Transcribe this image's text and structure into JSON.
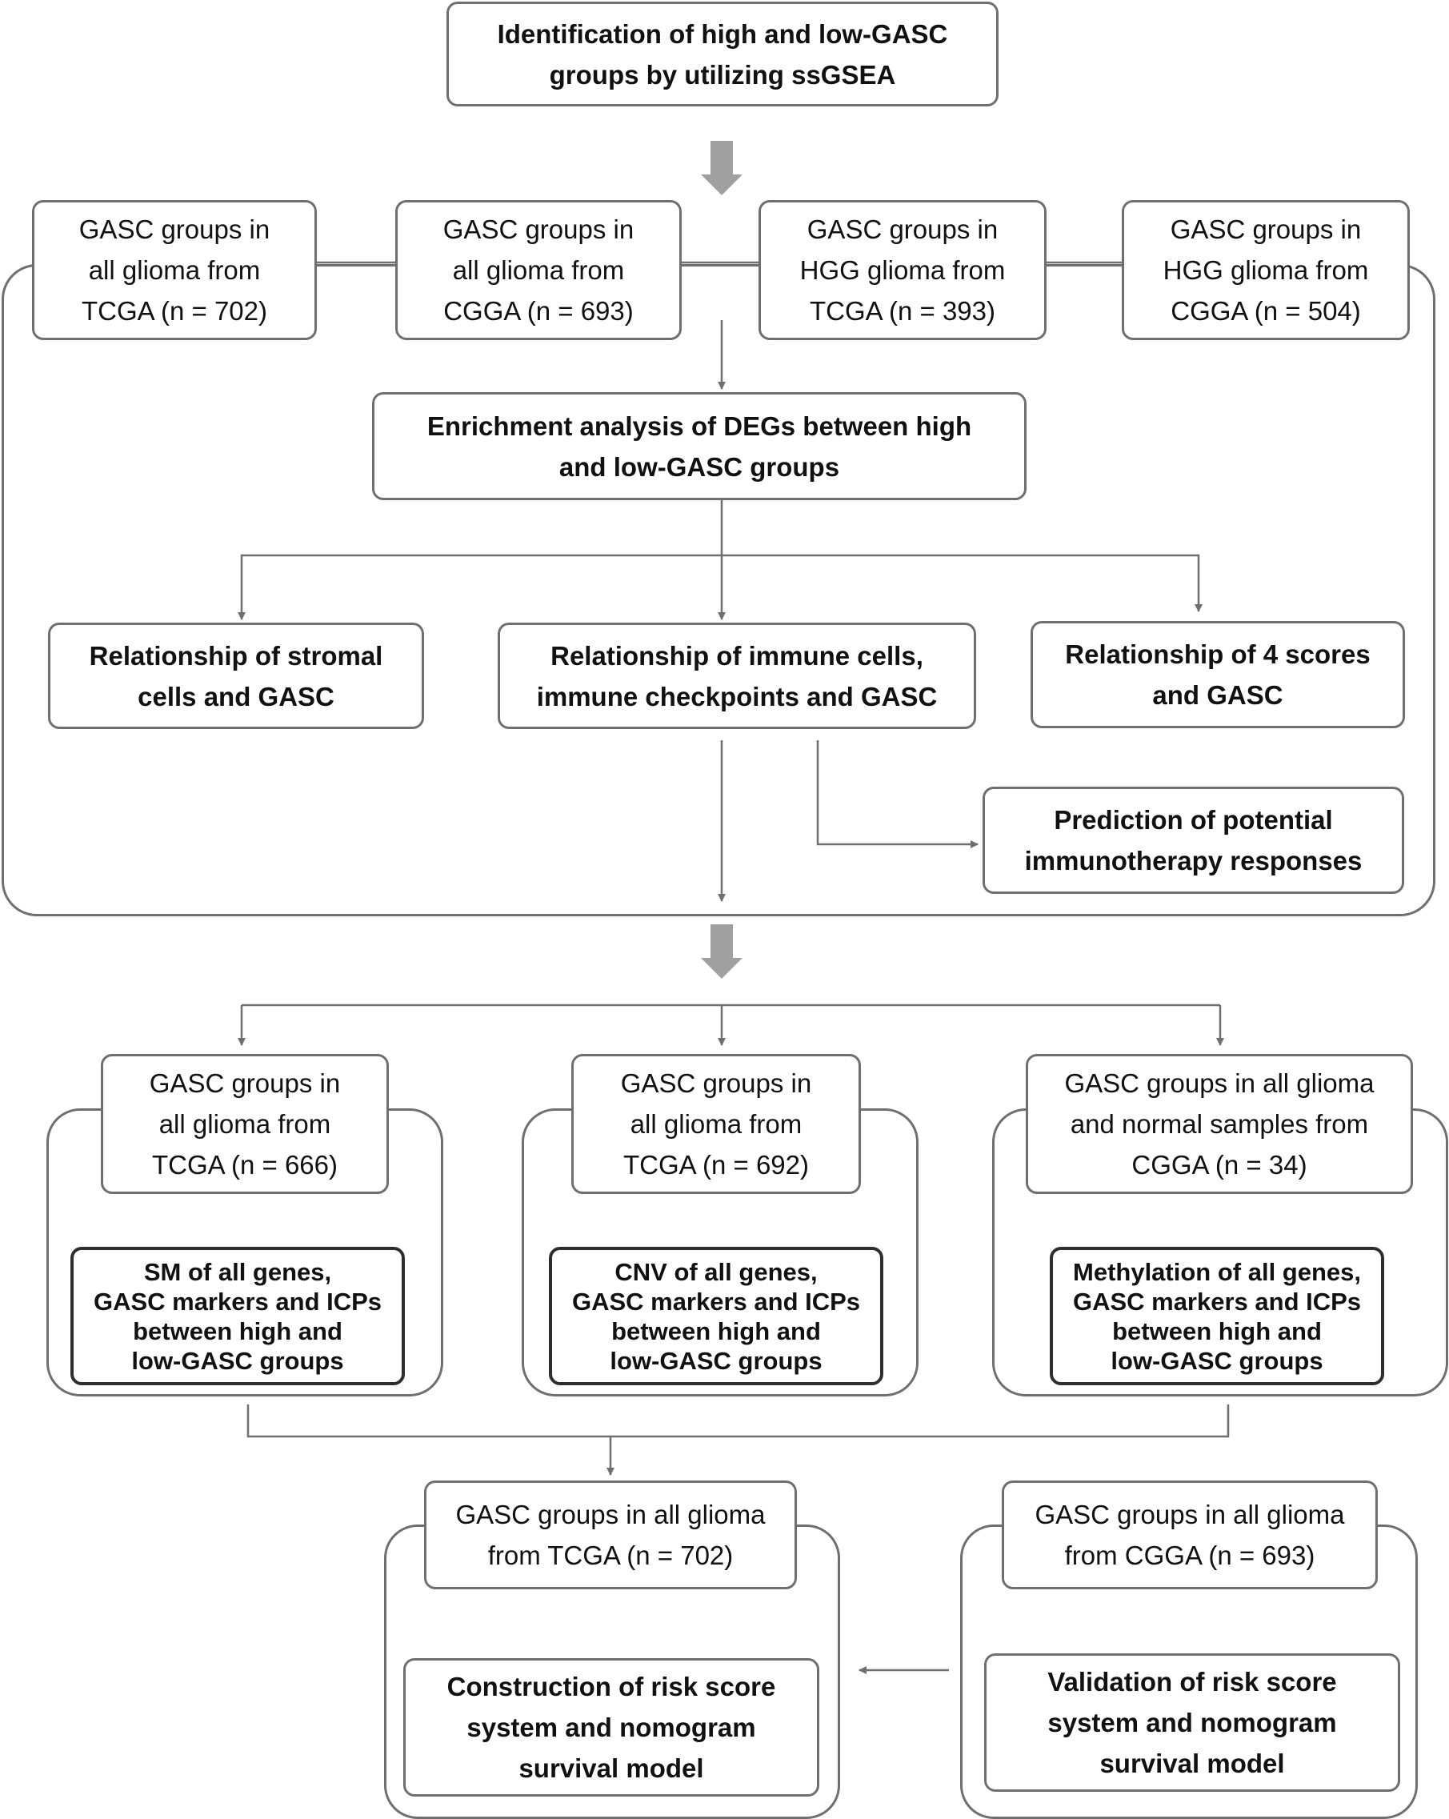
{
  "colors": {
    "line": "#6f6f6f",
    "big_arrow": "#a0a0a0",
    "text": "#111111",
    "inner_border": "#2e2e2e"
  },
  "top": {
    "title": "Identification of high and low-GASC\ngroups by utilizing ssGSEA"
  },
  "cohorts_row1": [
    {
      "text": "GASC groups in\nall glioma from\nTCGA (n = 702)"
    },
    {
      "text": "GASC groups in\nall glioma from\nCGGA (n = 693)"
    },
    {
      "text": "GASC groups in\nHGG glioma from\nTCGA (n = 393)"
    },
    {
      "text": "GASC groups in\nHGG glioma from\nCGGA (n = 504)"
    }
  ],
  "enrichment": {
    "text": "Enrichment analysis of DEGs between high\nand low-GASC groups"
  },
  "relationships": [
    {
      "text": "Relationship of stromal\ncells and GASC"
    },
    {
      "text": "Relationship of immune  cells,\nimmune checkpoints and GASC"
    },
    {
      "text": "Relationship of 4 scores\nand GASC"
    }
  ],
  "prediction": {
    "text": "Prediction of potential\nimmunotherapy responses"
  },
  "cohorts_row2": [
    {
      "text": "GASC groups in\nall glioma from\nTCGA (n = 666)"
    },
    {
      "text": "GASC groups in\nall glioma from\nTCGA (n = 692)"
    },
    {
      "text": "GASC groups in all glioma\nand normal samples from\nCGGA (n = 34)"
    }
  ],
  "analyses": [
    {
      "text": "SM of all genes,\nGASC markers and ICPs\nbetween high and\nlow-GASC groups"
    },
    {
      "text": "CNV of all genes,\nGASC markers and ICPs\nbetween high and\nlow-GASC groups"
    },
    {
      "text": "Methylation of all genes,\nGASC markers and ICPs\nbetween high and\nlow-GASC groups"
    }
  ],
  "model_cohorts": [
    {
      "text": "GASC groups in all glioma\nfrom TCGA (n = 702)"
    },
    {
      "text": "GASC groups in all glioma\nfrom CGGA (n = 693)"
    }
  ],
  "model_steps": [
    {
      "text": "Construction of risk score\nsystem and nomogram\nsurvival model"
    },
    {
      "text": "Validation of risk score\nsystem and nomogram\nsurvival model"
    }
  ]
}
